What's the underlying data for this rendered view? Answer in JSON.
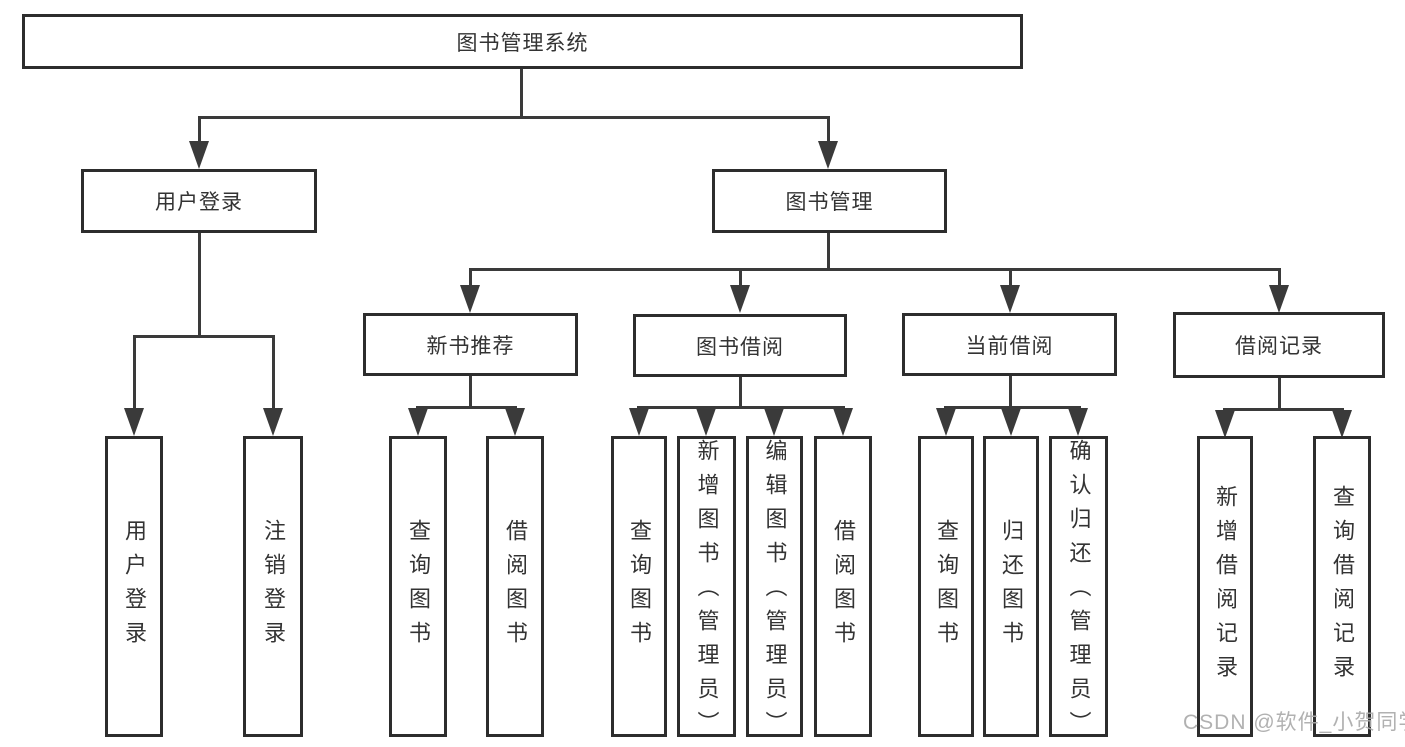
{
  "diagram": {
    "title": "图书管理系统",
    "nodes": {
      "root": "图书管理系统",
      "user_login": "用户登录",
      "book_management": "图书管理",
      "new_book_recommend": "新书推荐",
      "book_borrow": "图书借阅",
      "current_borrow": "当前借阅",
      "borrow_record": "借阅记录",
      "leaf_user_login": "用户登录",
      "leaf_logout": "注销登录",
      "leaf_recommend_query": "查询图书",
      "leaf_recommend_borrow": "借阅图书",
      "leaf_borrow_query": "查询图书",
      "leaf_borrow_add": "新增图书（管理员）",
      "leaf_borrow_edit": "编辑图书（管理员）",
      "leaf_borrow_borrow": "借阅图书",
      "leaf_current_query": "查询图书",
      "leaf_current_return": "归还图书",
      "leaf_current_confirm": "确认归还（管理员）",
      "leaf_record_add": "新增借阅记录",
      "leaf_record_query": "查询借阅记录"
    },
    "watermark": "CSDN @软件_小贺同学",
    "colors": {
      "line": "#3a3a3a",
      "box_border": "#2d2d2d",
      "text": "#333333",
      "background": "#ffffff",
      "watermark": "#ababab"
    }
  }
}
